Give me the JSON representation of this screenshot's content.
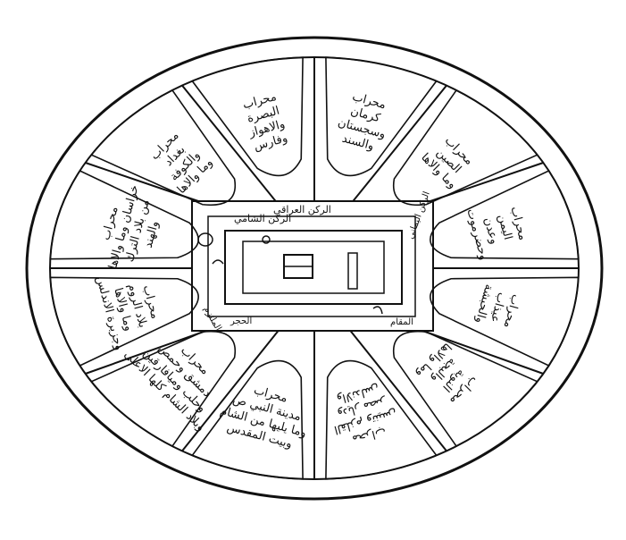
{
  "sectors": [
    {
      "id": "s1",
      "lines": [
        "محراب",
        "مدينة النبي ص",
        "وما يليها من الشام",
        "وبيت المقدس"
      ]
    },
    {
      "id": "s2",
      "lines": [
        "محراب",
        "دمشق وحمص",
        "وحلب وميافارقين",
        "وبلاد الشام كلها الاعلى"
      ]
    },
    {
      "id": "s3",
      "lines": [
        "محراب",
        "بلاد الروم",
        "وما والاها",
        "وجزيرة الاندلس"
      ]
    },
    {
      "id": "s4",
      "lines": [
        "محراب",
        "خراسان وما والاها",
        "من بلاد الترك",
        "والهند"
      ]
    },
    {
      "id": "s5",
      "lines": [
        "محراب",
        "بغداد",
        "والكوفة",
        "وما والاها"
      ]
    },
    {
      "id": "s6",
      "lines": [
        "محراب",
        "البصرة",
        "والاهواز",
        "وفارس"
      ]
    },
    {
      "id": "s7",
      "lines": [
        "محراب",
        "كرمان",
        "وسجستان",
        "والسند"
      ]
    },
    {
      "id": "s8",
      "lines": [
        "محراب",
        "الصين",
        "وما والاها"
      ]
    },
    {
      "id": "s9",
      "lines": [
        "محراب",
        "اليمن",
        "وعدن",
        "وحضرموت"
      ]
    },
    {
      "id": "s10",
      "lines": [
        "محراب",
        "عيذاب",
        "والحبشة"
      ]
    },
    {
      "id": "s11",
      "lines": [
        "محراب",
        "النوبة",
        "والبجة",
        "وما والاها"
      ]
    },
    {
      "id": "s12",
      "lines": [
        "محراب",
        "القلزم وتنيس",
        "وديار مصر",
        "والاندلس"
      ]
    }
  ],
  "kaaba": {
    "top_label_1": "الركن العراقي",
    "top_label_2": "الركن الشامي",
    "left_label": "الملتزم",
    "right_label": "الركن اليماني",
    "bottom_left_label": "الحجر",
    "bottom_right_label": "المقام"
  }
}
